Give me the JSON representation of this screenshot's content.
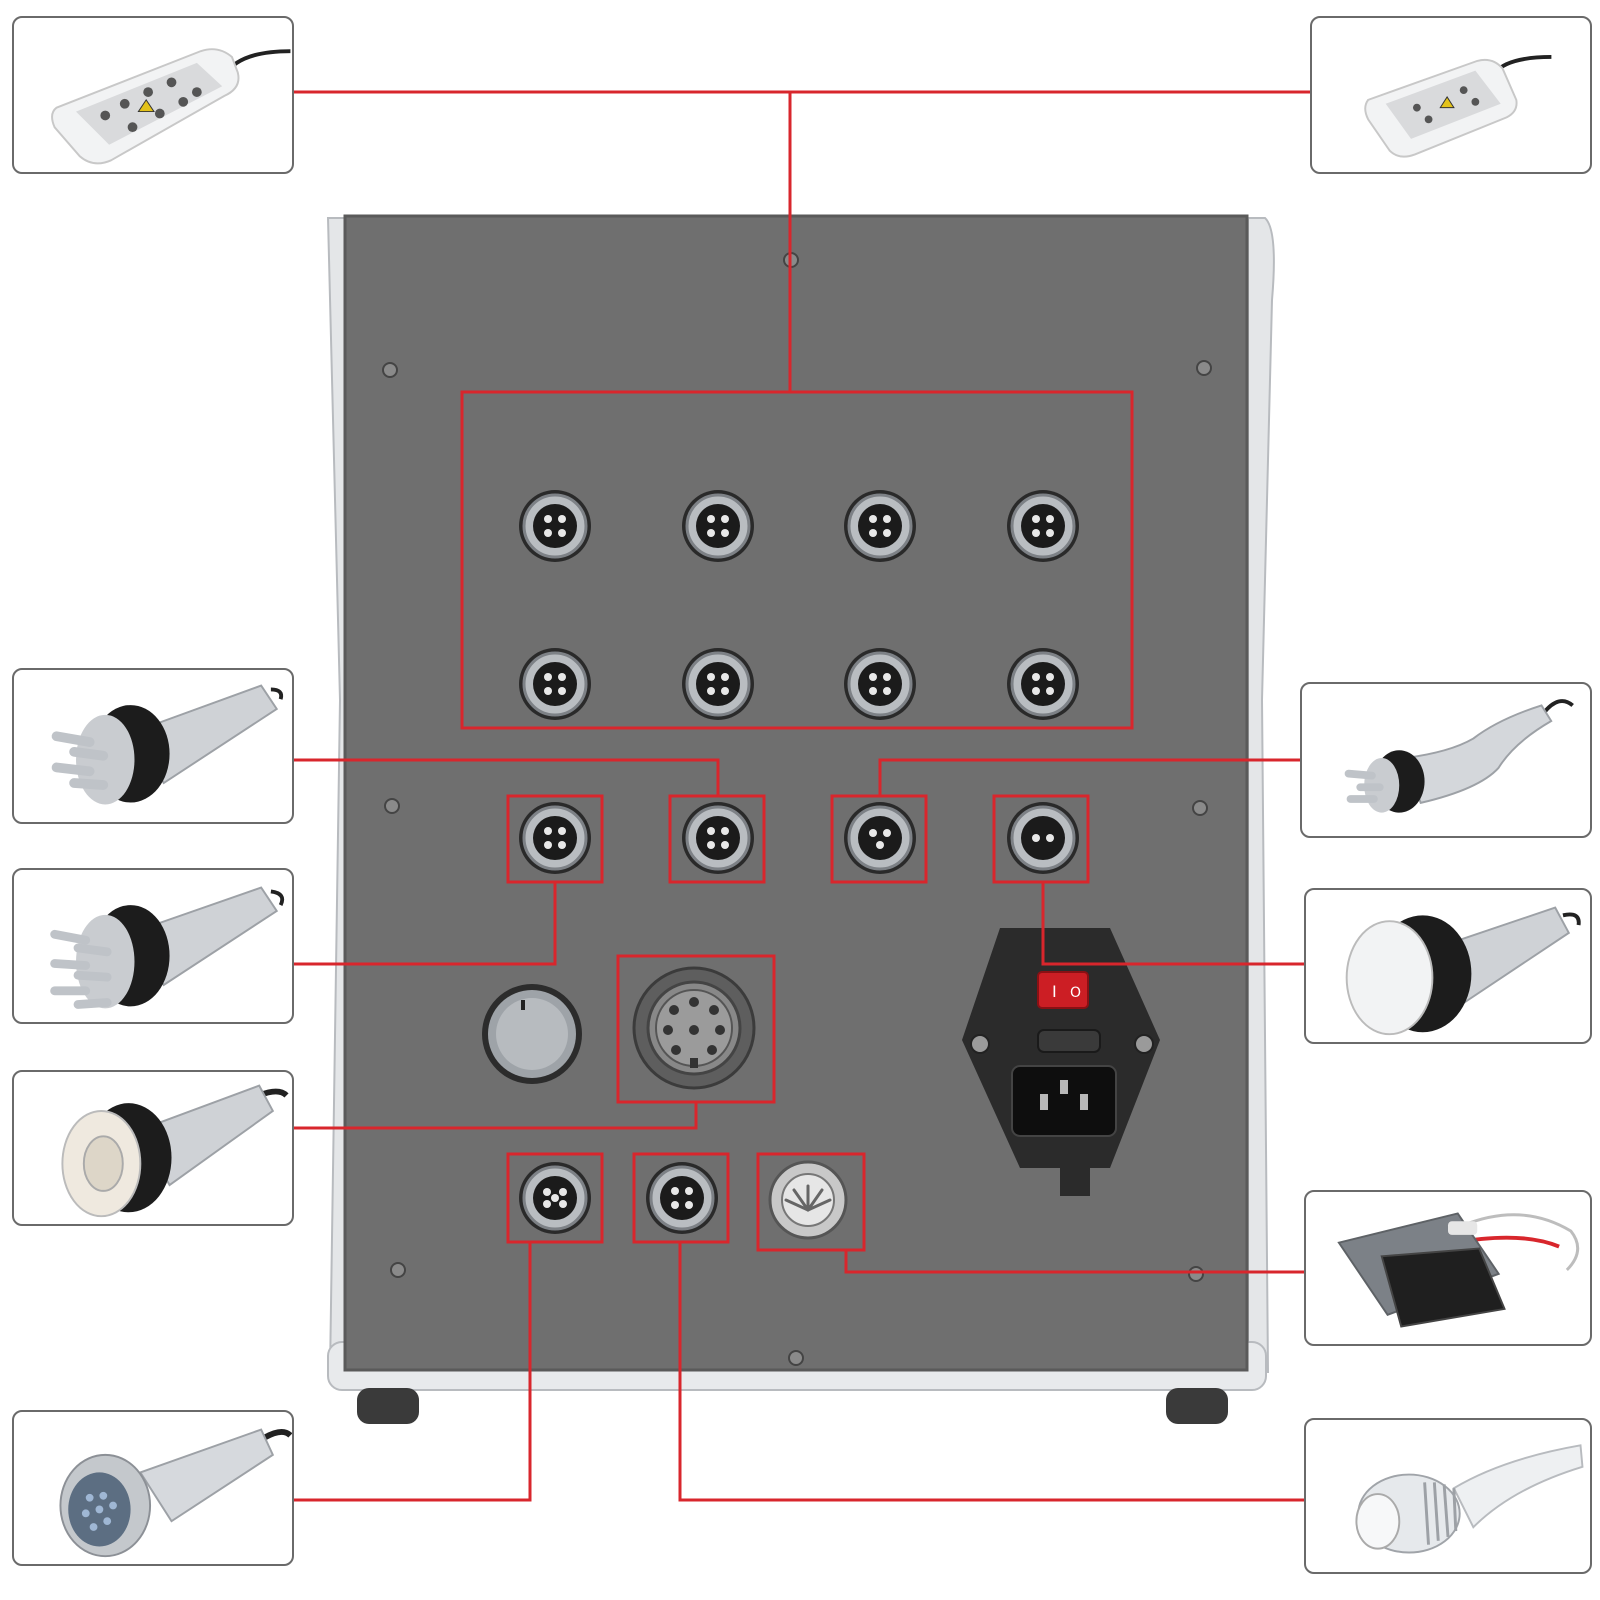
{
  "colors": {
    "leader": "#d8262c",
    "panel": "#6f6f6f",
    "panel_edge": "#5a5a5a",
    "housing": "#e4e6e8",
    "chrome": "#c9ccd0",
    "frame": "#6a6a6a"
  },
  "power_switch": {
    "on_symbol": "I",
    "off_symbol": "O"
  },
  "accessories": [
    {
      "name": "lipo-laser-pad-large",
      "icon": "laser-pad-icon"
    },
    {
      "name": "lipo-laser-pad-small",
      "icon": "laser-pad-icon"
    },
    {
      "name": "rf-handle-4-pole",
      "icon": "rf-handle-icon"
    },
    {
      "name": "rf-handle-tripolar",
      "icon": "rf-handle-icon"
    },
    {
      "name": "rf-handle-6-pole",
      "icon": "rf-handle-icon"
    },
    {
      "name": "cavitation-handle",
      "icon": "cavitation-handle-icon"
    },
    {
      "name": "vacuum-handle",
      "icon": "vacuum-handle-icon"
    },
    {
      "name": "ems-pad-electrodes",
      "icon": "ems-pad-icon"
    },
    {
      "name": "led-photon-handle",
      "icon": "led-handle-icon"
    },
    {
      "name": "cold-hammer-handle",
      "icon": "cold-hammer-icon"
    }
  ]
}
